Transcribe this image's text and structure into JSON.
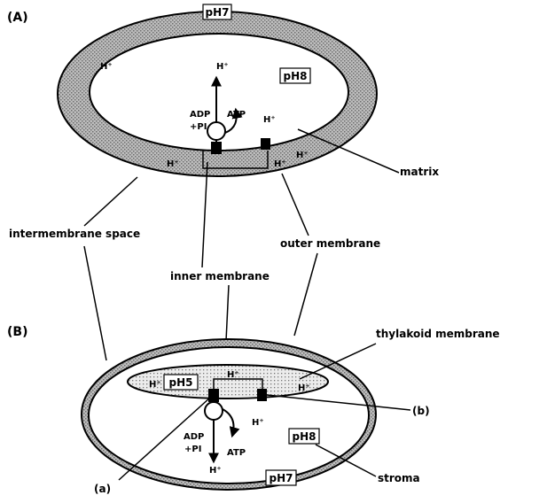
{
  "panel_a": {
    "letter": "(A)",
    "ph_outer": "pH7",
    "ph_inner": "pH8",
    "h_ims": "H⁺",
    "h_top": "H⁺",
    "h_pump": "H⁺",
    "h_bottom_left": "H⁺",
    "h_bottom_right": "H⁺",
    "h_right": "H⁺",
    "adp": "ADP",
    "pi": "+PI",
    "atp": "ATP"
  },
  "panel_b": {
    "letter": "(B)",
    "ph_lumen": "pH5",
    "ph_stroma": "pH8",
    "ph_outer": "pH7",
    "h_lumen_left": "H⁺",
    "h_lumen_top": "H⁺",
    "h_lumen_right": "H⁺",
    "h_pump": "H⁺",
    "h_out": "H⁺",
    "adp": "ADP",
    "pi": "+PI",
    "atp": "ATP"
  },
  "labels": {
    "matrix": "matrix",
    "intermembrane_space": "intermembrane space",
    "outer_membrane": "outer membrane",
    "inner_membrane": "inner membrane",
    "thylakoid_membrane": "thylakoid membrane",
    "stroma": "stroma",
    "a": "(a)",
    "b": "(b)"
  }
}
